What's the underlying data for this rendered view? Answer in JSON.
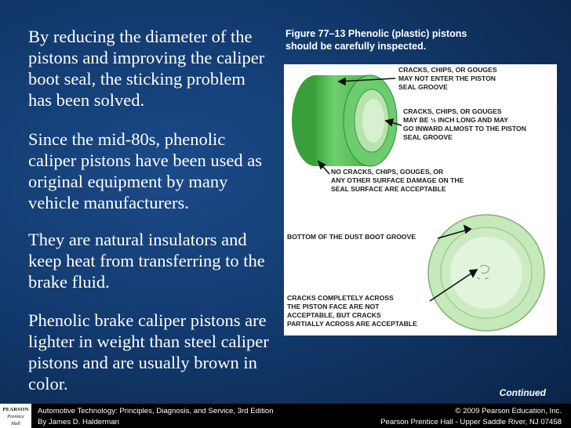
{
  "body_text": {
    "p1": "By reducing the diameter of the pistons and improving the caliper boot seal, the sticking problem has been solved.",
    "p2": "Since the mid-80s, phenolic caliper pistons have been used as original equipment by many vehicle manufacturers.",
    "p3": "They are natural insulators and keep heat from transferring to the brake fluid.",
    "p4": "Phenolic brake caliper pistons are lighter in weight than steel caliper pistons and are usually brown in color."
  },
  "figure": {
    "caption_line1": "Figure 77–13 Phenolic (plastic) pistons",
    "caption_line2": "should be carefully inspected.",
    "labels": {
      "a1": "CRACKS, CHIPS, OR GOUGES",
      "a2": "MAY NOT ENTER THE PISTON",
      "a3": "SEAL GROOVE",
      "b1": "CRACKS, CHIPS, OR GOUGES",
      "b2": "MAY BE ½ INCH LONG AND MAY",
      "b3": "GO INWARD ALMOST TO THE PISTON",
      "b4": "SEAL GROOVE",
      "c1": "NO CRACKS, CHIPS, GOUGES, OR",
      "c2": "ANY OTHER SURFACE DAMAGE ON THE",
      "c3": "SEAL SURFACE ARE ACCEPTABLE",
      "d1": "BOTTOM OF THE DUST BOOT GROOVE",
      "e1": "CRACKS COMPLETELY ACROSS",
      "e2": "THE PISTON FACE ARE NOT",
      "e3": "ACCEPTABLE, BUT CRACKS",
      "e4": "PARTIALLY ACROSS ARE ACCEPTABLE"
    },
    "colors": {
      "piston_green": "#5cc25c",
      "piston_light": "#c3e6b6"
    }
  },
  "continued_label": "Continued",
  "footer": {
    "logo_line1": "PEARSON",
    "logo_line2a": "Prentice",
    "logo_line2b": "Hall",
    "book_title": "Automotive Technology: Principles, Diagnosis, and Service, 3rd Edition",
    "author": "By James D. Halderman",
    "copyright": "© 2009 Pearson Education, Inc.",
    "publisher": "Pearson Prentice Hall - Upper Saddle River, NJ 07458"
  }
}
